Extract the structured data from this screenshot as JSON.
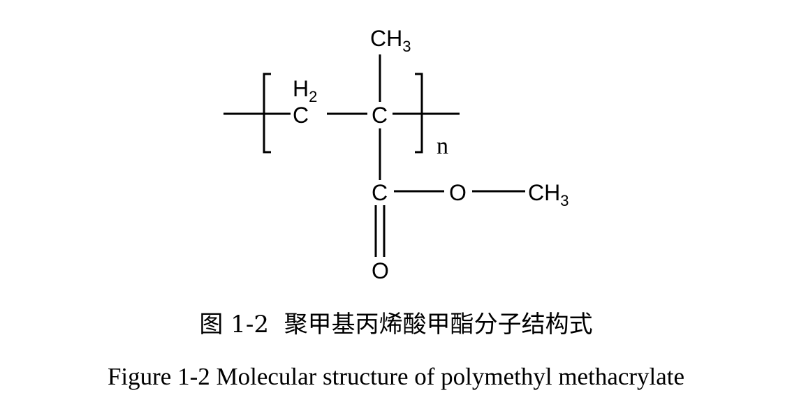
{
  "structure": {
    "backbone_carbon_ch2": "C",
    "backbone_carbon_quaternary": "C",
    "h2_label": "H",
    "h2_subscript": "2",
    "top_methyl_label": "CH",
    "top_methyl_subscript": "3",
    "carbonyl_carbon": "C",
    "ester_oxygen": "O",
    "carbonyl_oxygen": "O",
    "ester_methyl_label": "CH",
    "ester_methyl_subscript": "3",
    "repeat_subscript": "n"
  },
  "captions": {
    "chinese": "图 1-2  聚甲基丙烯酸甲酯分子结构式",
    "english": "Figure 1-2 Molecular structure of polymethyl methacrylate"
  }
}
